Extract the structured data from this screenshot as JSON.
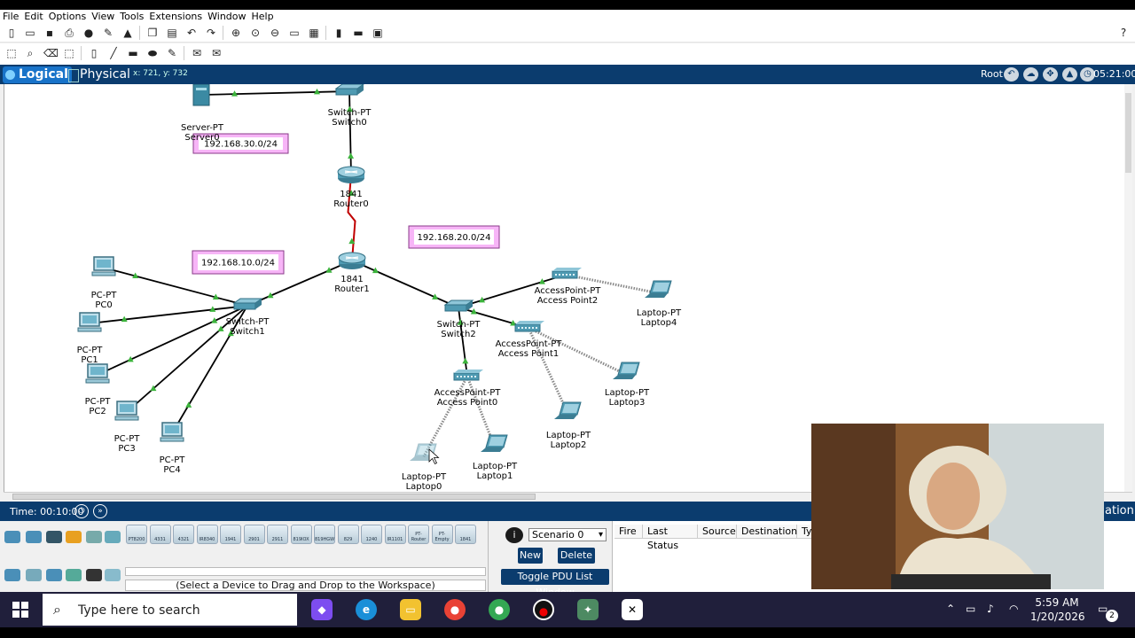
{
  "menu": [
    "File",
    "Edit",
    "Options",
    "View",
    "Tools",
    "Extensions",
    "Window",
    "Help"
  ],
  "help_icon_text": "?",
  "views": {
    "logical": "Logical",
    "physical": "Physical"
  },
  "cursor_coords": "x: 721, y: 732",
  "root_label": "Root",
  "clock_top": "05:21:00",
  "notes": [
    {
      "id": "note-30",
      "text": "192.168.30.0/24",
      "color": "#f7b5f7"
    },
    {
      "id": "note-20",
      "text": "192.168.20.0/24",
      "color": "#f7b5f7"
    },
    {
      "id": "note-10",
      "text": "192.168.10.0/24",
      "color": "#f7b5f7"
    }
  ],
  "devices": {
    "server0": [
      "Server-PT",
      "Server0"
    ],
    "switch0": [
      "Switch-PT",
      "Switch0"
    ],
    "router0": [
      "1841",
      "Router0"
    ],
    "router1": [
      "1841",
      "Router1"
    ],
    "switch1": [
      "Switch-PT",
      "Switch1"
    ],
    "switch2": [
      "Switch-PT",
      "Switch2"
    ],
    "pc0": [
      "PC-PT",
      "PC0"
    ],
    "pc1": [
      "PC-PT",
      "PC1"
    ],
    "pc2": [
      "PC-PT",
      "PC2"
    ],
    "pc3": [
      "PC-PT",
      "PC3"
    ],
    "pc4": [
      "PC-PT",
      "PC4"
    ],
    "ap0": [
      "AccessPoint-PT",
      "Access Point0"
    ],
    "ap1": [
      "AccessPoint-PT",
      "Access Point1"
    ],
    "ap2": [
      "AccessPoint-PT",
      "Access Point2"
    ],
    "laptop0": [
      "Laptop-PT",
      "Laptop0"
    ],
    "laptop1": [
      "Laptop-PT",
      "Laptop1"
    ],
    "laptop2": [
      "Laptop-PT",
      "Laptop2"
    ],
    "laptop3": [
      "Laptop-PT",
      "Laptop3"
    ],
    "laptop4": [
      "Laptop-PT",
      "Laptop4"
    ]
  },
  "colors": {
    "ethernet": "#000000",
    "serial": "#c00000",
    "wireless": "#888888",
    "link_ok": "#3cb43c",
    "header_bar": "#0b3c6e"
  },
  "time_label": "Time: 00:10:00",
  "ation_label": "ation",
  "device_models": [
    "PT8200",
    "4331",
    "4321",
    "IR8340",
    "1941",
    "2901",
    "2911",
    "819IOX",
    "819HGW",
    "829",
    "1240",
    "IR1101",
    "PT-Router",
    "PT-Empty",
    "1841"
  ],
  "device_hint": "(Select a Device to Drag and Drop to the Workspace)",
  "scenario": {
    "info_icon_text": "i",
    "selected": "Scenario 0",
    "new_label": "New",
    "delete_label": "Delete",
    "toggle_label": "Toggle PDU List Window"
  },
  "pdu_columns": [
    "Fire",
    "Last Status",
    "Source",
    "Destination",
    "Typ"
  ],
  "taskbar": {
    "search_placeholder": "Type here to search",
    "time": "5:59 AM",
    "date": "1/20/2026",
    "notification_count": "2"
  }
}
